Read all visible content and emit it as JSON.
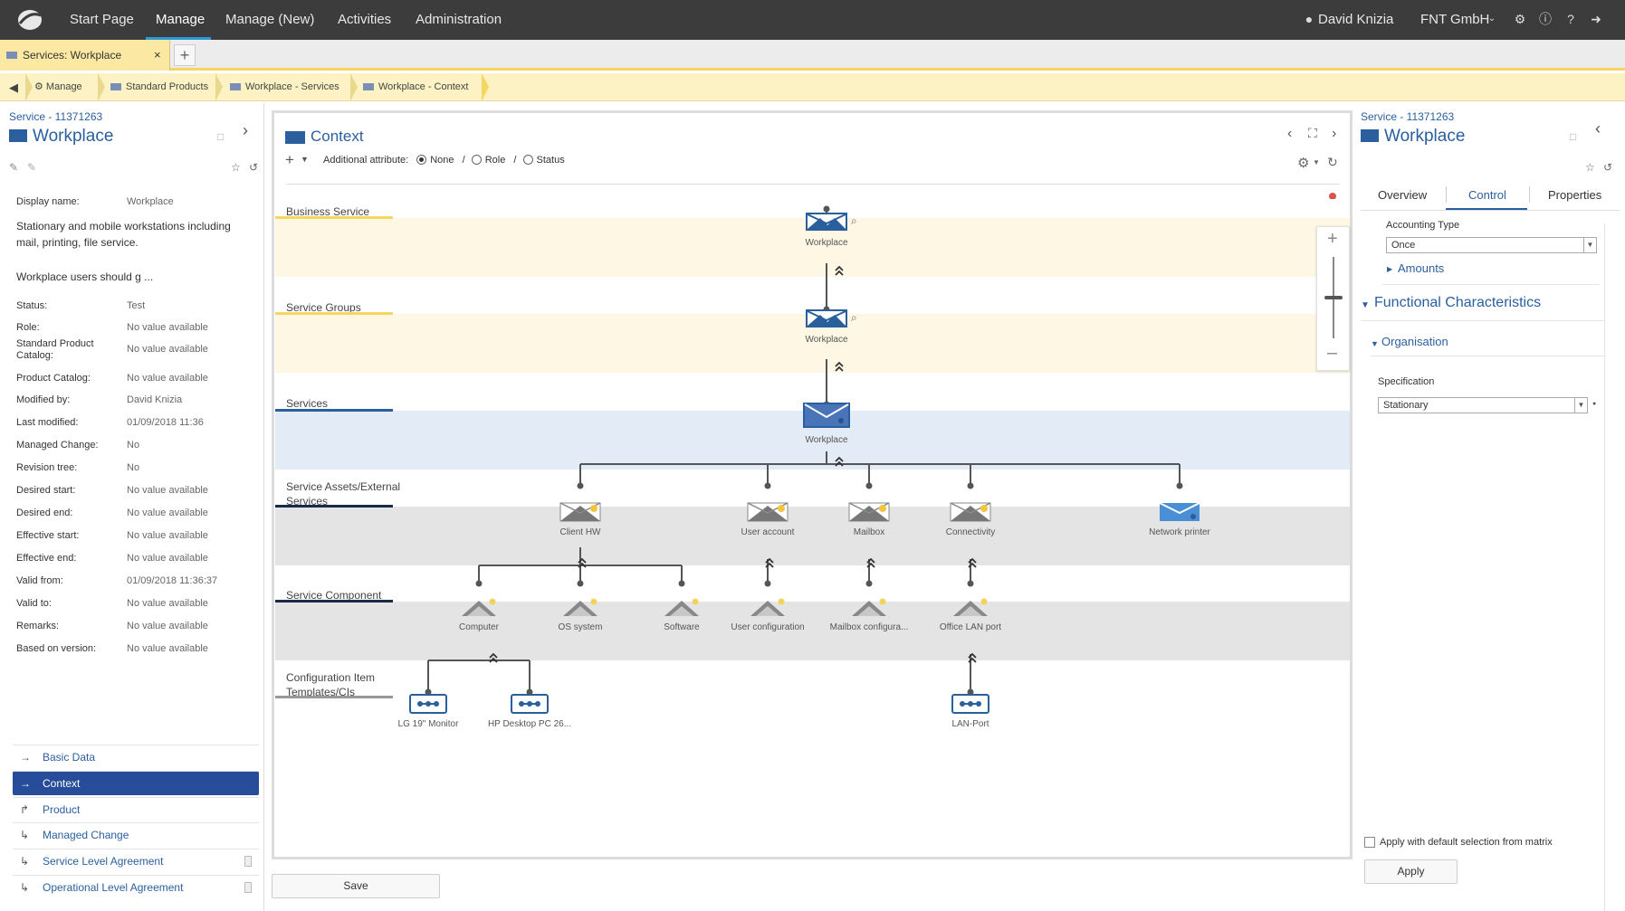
{
  "topnav": {
    "items": [
      "Start Page",
      "Manage",
      "Manage (New)",
      "Activities",
      "Administration"
    ],
    "user": "David Knizia",
    "company": "FNT GmbH"
  },
  "tab": {
    "label": "Services: Workplace",
    "close": "×",
    "add": "+"
  },
  "breadcrumbs": [
    "Manage",
    "Standard Products",
    "Workplace - Services",
    "Workplace - Context"
  ],
  "left": {
    "service_id": "Service - 11371263",
    "service_name": "Workplace",
    "display_name_label": "Display name:",
    "display_name_value": "Workplace",
    "description": "Stationary and mobile workstations including mail, printing, file service.",
    "description2": "Workplace users should g ...",
    "properties": [
      {
        "k": "Status:",
        "v": "Test"
      },
      {
        "k": "Role:",
        "v": "No value available"
      },
      {
        "k": "Standard Product Catalog:",
        "v": "No value available"
      },
      {
        "k": "Product Catalog:",
        "v": "No value available"
      },
      {
        "k": "Modified by:",
        "v": "David Knizia"
      },
      {
        "k": "Last modified:",
        "v": "01/09/2018 11:36"
      },
      {
        "k": "Managed Change:",
        "v": "No"
      },
      {
        "k": "Revision tree:",
        "v": "No"
      },
      {
        "k": "Desired start:",
        "v": "No value available"
      },
      {
        "k": "Desired end:",
        "v": "No value available"
      },
      {
        "k": "Effective start:",
        "v": "No value available"
      },
      {
        "k": "Effective end:",
        "v": "No value available"
      },
      {
        "k": "Valid from:",
        "v": "01/09/2018 11:36:37"
      },
      {
        "k": "Valid to:",
        "v": "No value available"
      },
      {
        "k": "Remarks:",
        "v": "No value available"
      },
      {
        "k": "Based on version:",
        "v": "No value available"
      }
    ],
    "nav": [
      "Basic Data",
      "Context",
      "Product",
      "Managed Change",
      "Service Level Agreement",
      "Operational Level Agreement"
    ]
  },
  "context": {
    "title": "Context",
    "attr_label": "Additional attribute:",
    "attr_options": [
      "None",
      "Role",
      "Status"
    ],
    "lanes": [
      "Business Service",
      "Service Groups",
      "Services",
      "Service Assets/External Services",
      "Service Component",
      "Configuration Item Templates/CIs"
    ],
    "business_node": "Workplace",
    "group_node": "Workplace",
    "service_node": "Workplace",
    "assets": [
      "Client HW",
      "User account",
      "Mailbox",
      "Connectivity",
      "Network printer"
    ],
    "components": [
      "Computer",
      "OS system",
      "Software",
      "User configuration",
      "Mailbox configura...",
      "Office LAN port"
    ],
    "cis": [
      "LG 19\" Monitor",
      "HP Desktop PC 26...",
      "LAN-Port"
    ]
  },
  "save_label": "Save",
  "right": {
    "service_id": "Service - 11371263",
    "service_name": "Workplace",
    "tabs": [
      "Overview",
      "Control",
      "Properties"
    ],
    "accounting_type_label": "Accounting Type",
    "accounting_type_value": "Once",
    "amounts": "Amounts",
    "functional": "Functional Characteristics",
    "organisation": "Organisation",
    "specification_label": "Specification",
    "specification_value": "Stationary",
    "apply_default": "Apply with default selection from matrix",
    "apply_label": "Apply"
  },
  "colors": {
    "accent": "#2a5f9e",
    "nav": "#3c3c3c",
    "highlight": "#f5d65e",
    "selected": "#274c9a"
  }
}
